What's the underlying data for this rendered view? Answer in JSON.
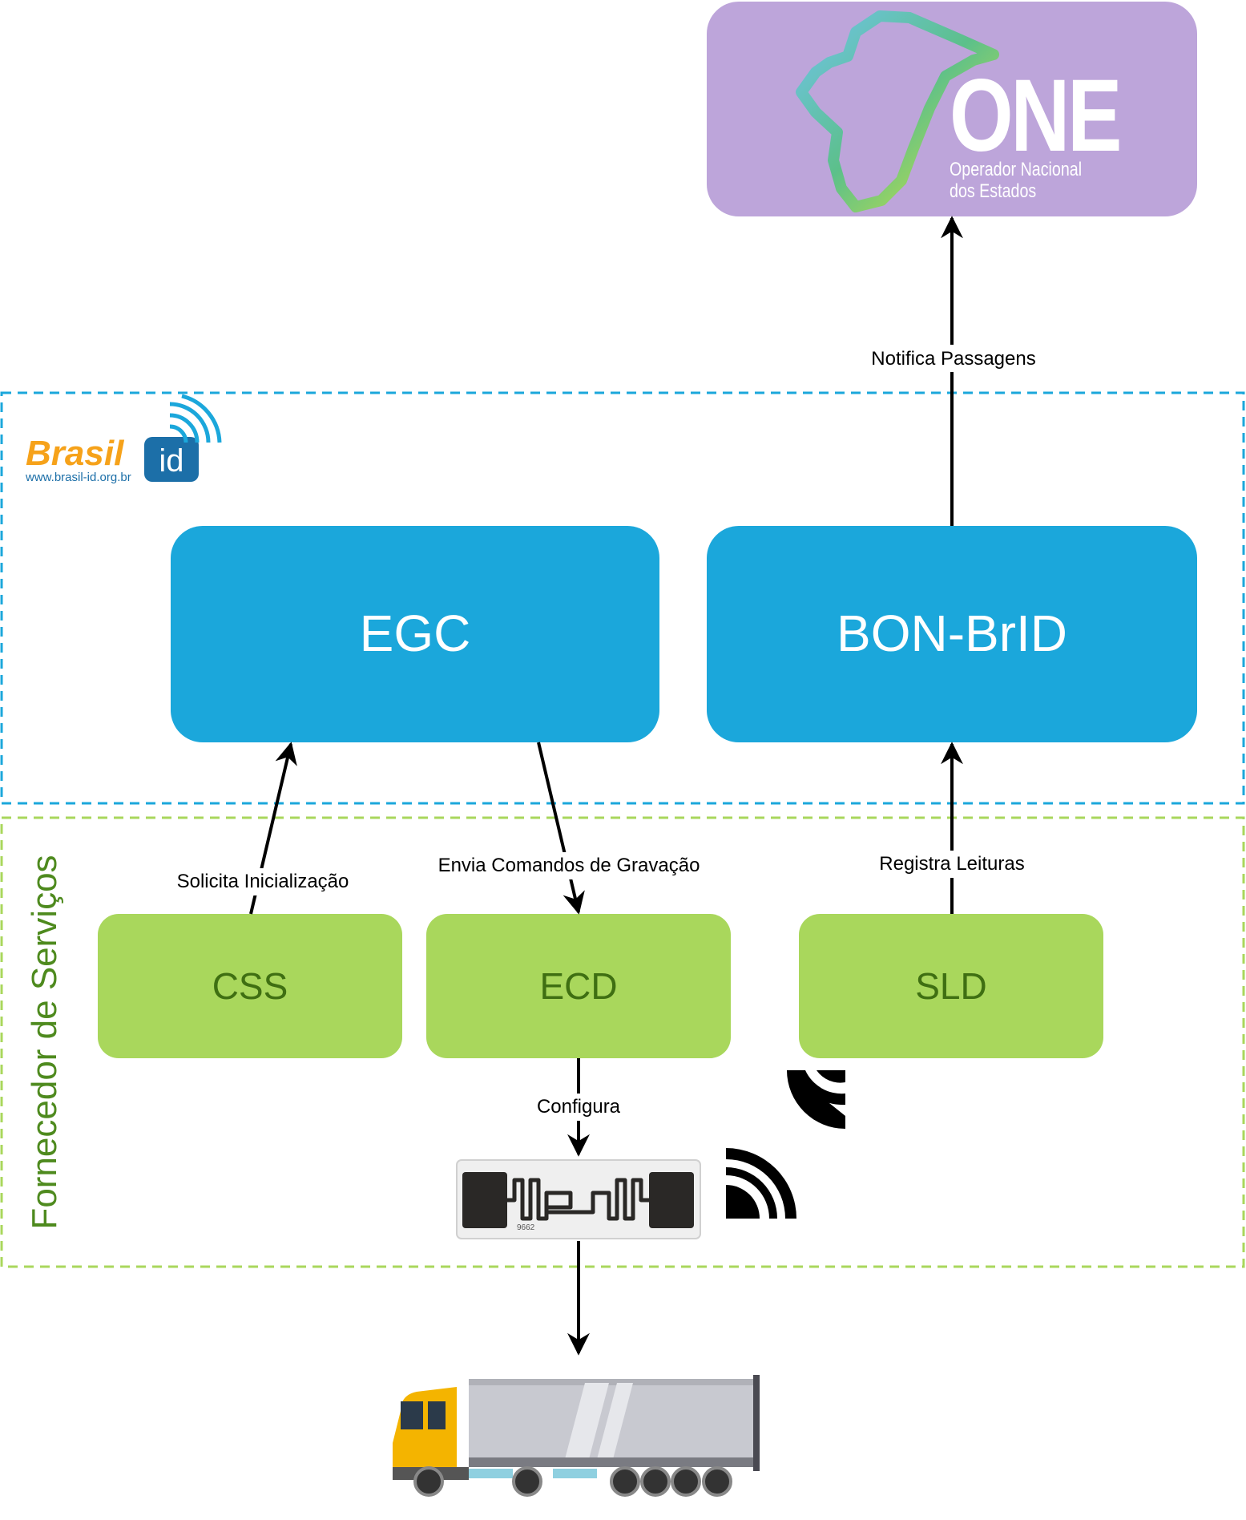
{
  "colors": {
    "one_box": "#BDA5DA",
    "blue_box": "#1BA7DB",
    "blue_text": "#FFFFFF",
    "green_box": "#A9D75C",
    "green_text": "#3F6F12",
    "blue_dash": "#1BA7DB",
    "green_dash": "#A9D75C",
    "group_label": "#4E8A1E",
    "brasil_orange": "#F6A21A",
    "brasil_blue": "#1C6FA8"
  },
  "nodes": {
    "one": {
      "logo_text": "ONE",
      "line1": "Operador Nacional",
      "line2": "dos Estados"
    },
    "egc": {
      "label": "EGC"
    },
    "bon": {
      "label": "BON-BrID"
    },
    "css": {
      "label": "CSS"
    },
    "ecd": {
      "label": "ECD"
    },
    "sld": {
      "label": "SLD"
    },
    "tag": {
      "code": "9662"
    }
  },
  "groups": {
    "brasil_id": {
      "logo_word": "Brasil",
      "logo_badge": "id",
      "logo_url": "www.brasil-id.org.br"
    },
    "fornecedor": {
      "label": "Fornecedor de Serviços"
    }
  },
  "edges": {
    "notifica": "Notifica Passagens",
    "solicita": "Solicita Inicialização",
    "envia": "Envia Comandos de Gravação",
    "registra": "Registra Leituras",
    "configura": "Configura"
  },
  "icons": [
    "rfid-tag-icon",
    "wifi-signal-icon",
    "truck-icon",
    "brazil-map-icon"
  ]
}
